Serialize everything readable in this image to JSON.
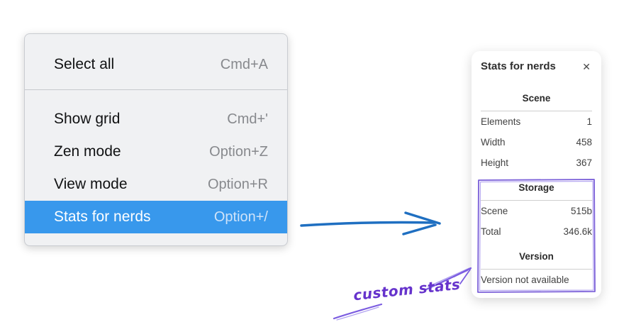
{
  "context_menu": {
    "items": [
      {
        "label": "Select all",
        "shortcut": "Cmd+A"
      },
      {
        "label": "Show grid",
        "shortcut": "Cmd+'"
      },
      {
        "label": "Zen mode",
        "shortcut": "Option+Z"
      },
      {
        "label": "View mode",
        "shortcut": "Option+R"
      },
      {
        "label": "Stats for nerds",
        "shortcut": "Option+/"
      }
    ],
    "selected_item": "Stats for nerds",
    "highlight_color": "#3898ec"
  },
  "stats_panel": {
    "title": "Stats for nerds",
    "close_icon": "✕",
    "scene": {
      "heading": "Scene",
      "rows": [
        {
          "label": "Elements",
          "value": "1"
        },
        {
          "label": "Width",
          "value": "458"
        },
        {
          "label": "Height",
          "value": "367"
        }
      ]
    },
    "storage": {
      "heading": "Storage",
      "rows": [
        {
          "label": "Scene",
          "value": "515b"
        },
        {
          "label": "Total",
          "value": "346.6k"
        }
      ]
    },
    "version": {
      "heading": "Version",
      "note": "Version not available"
    }
  },
  "annotations": {
    "custom_stats_label": "custom stats",
    "colors": {
      "pointer_arrow_blue": "#1f6fc1",
      "highlight_box_purple": "#7a5fd8",
      "label_text_purple": "#6633cc"
    }
  }
}
